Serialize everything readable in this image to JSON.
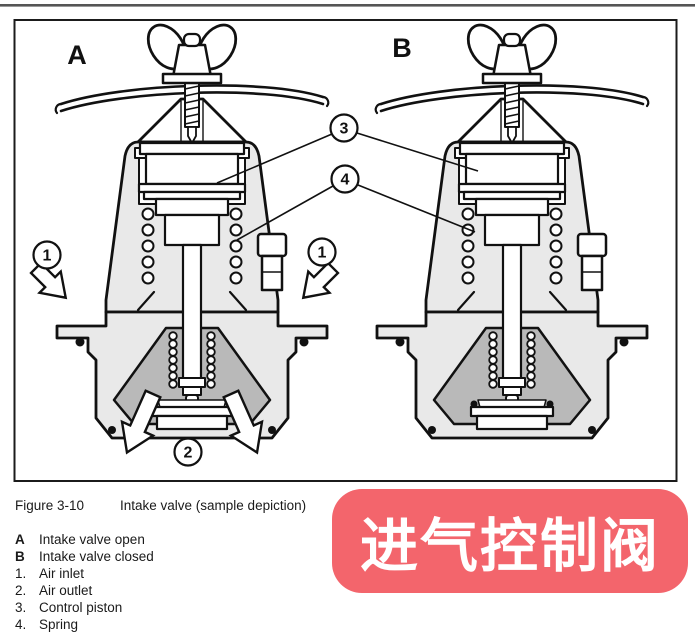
{
  "figure": {
    "caption_label": "Figure 3-10",
    "caption_title": "Intake valve (sample depiction)",
    "panel_labels": {
      "a": "A",
      "b": "B"
    },
    "callouts": {
      "n1": "1",
      "n2": "2",
      "n3": "3",
      "n4": "4"
    }
  },
  "legend": {
    "items": [
      {
        "key": "A",
        "text": "Intake valve open"
      },
      {
        "key": "B",
        "text": "Intake valve closed"
      },
      {
        "key": "1.",
        "text": "Air inlet"
      },
      {
        "key": "2.",
        "text": "Air outlet"
      },
      {
        "key": "3.",
        "text": "Control piston"
      },
      {
        "key": "4.",
        "text": "Spring"
      }
    ]
  },
  "overlay": {
    "banner_text": "进气控制阀",
    "banner_color": "#f3656c",
    "banner_text_color": "#ffffff"
  },
  "colors": {
    "diagram_body_fill": "#e9e9e9",
    "diagram_shade_fill": "#b9b9b9",
    "line": "#111111",
    "frame": "#1b1b1b"
  }
}
